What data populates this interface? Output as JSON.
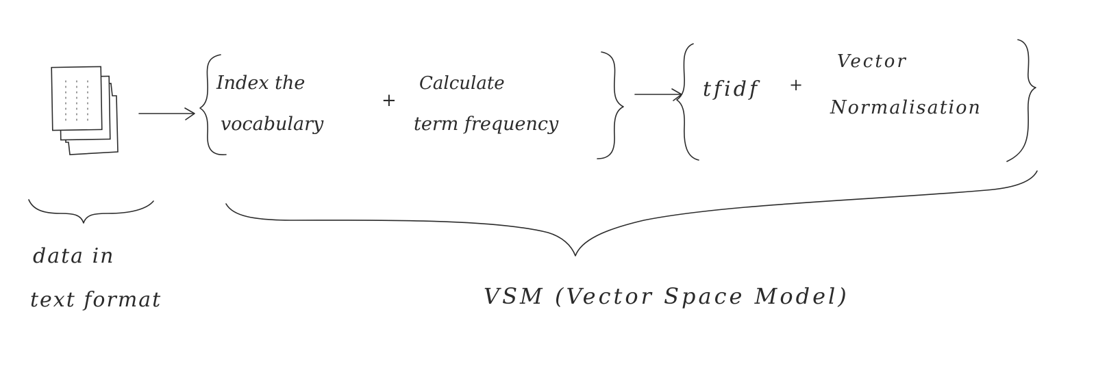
{
  "step1": {
    "line1": "Index the",
    "line2": "vocabulary"
  },
  "plus1": "+",
  "step2": {
    "line1": "Calculate",
    "line2": "term frequency"
  },
  "step3": {
    "term": "tfidf",
    "plus": "+",
    "line1": "Vector",
    "line2": "Normalisation"
  },
  "caption_data": {
    "line1": "data in",
    "line2": "text format"
  },
  "caption_vsm": "VSM (Vector Space Model)",
  "icons": {
    "documents": "document-stack-icon"
  }
}
